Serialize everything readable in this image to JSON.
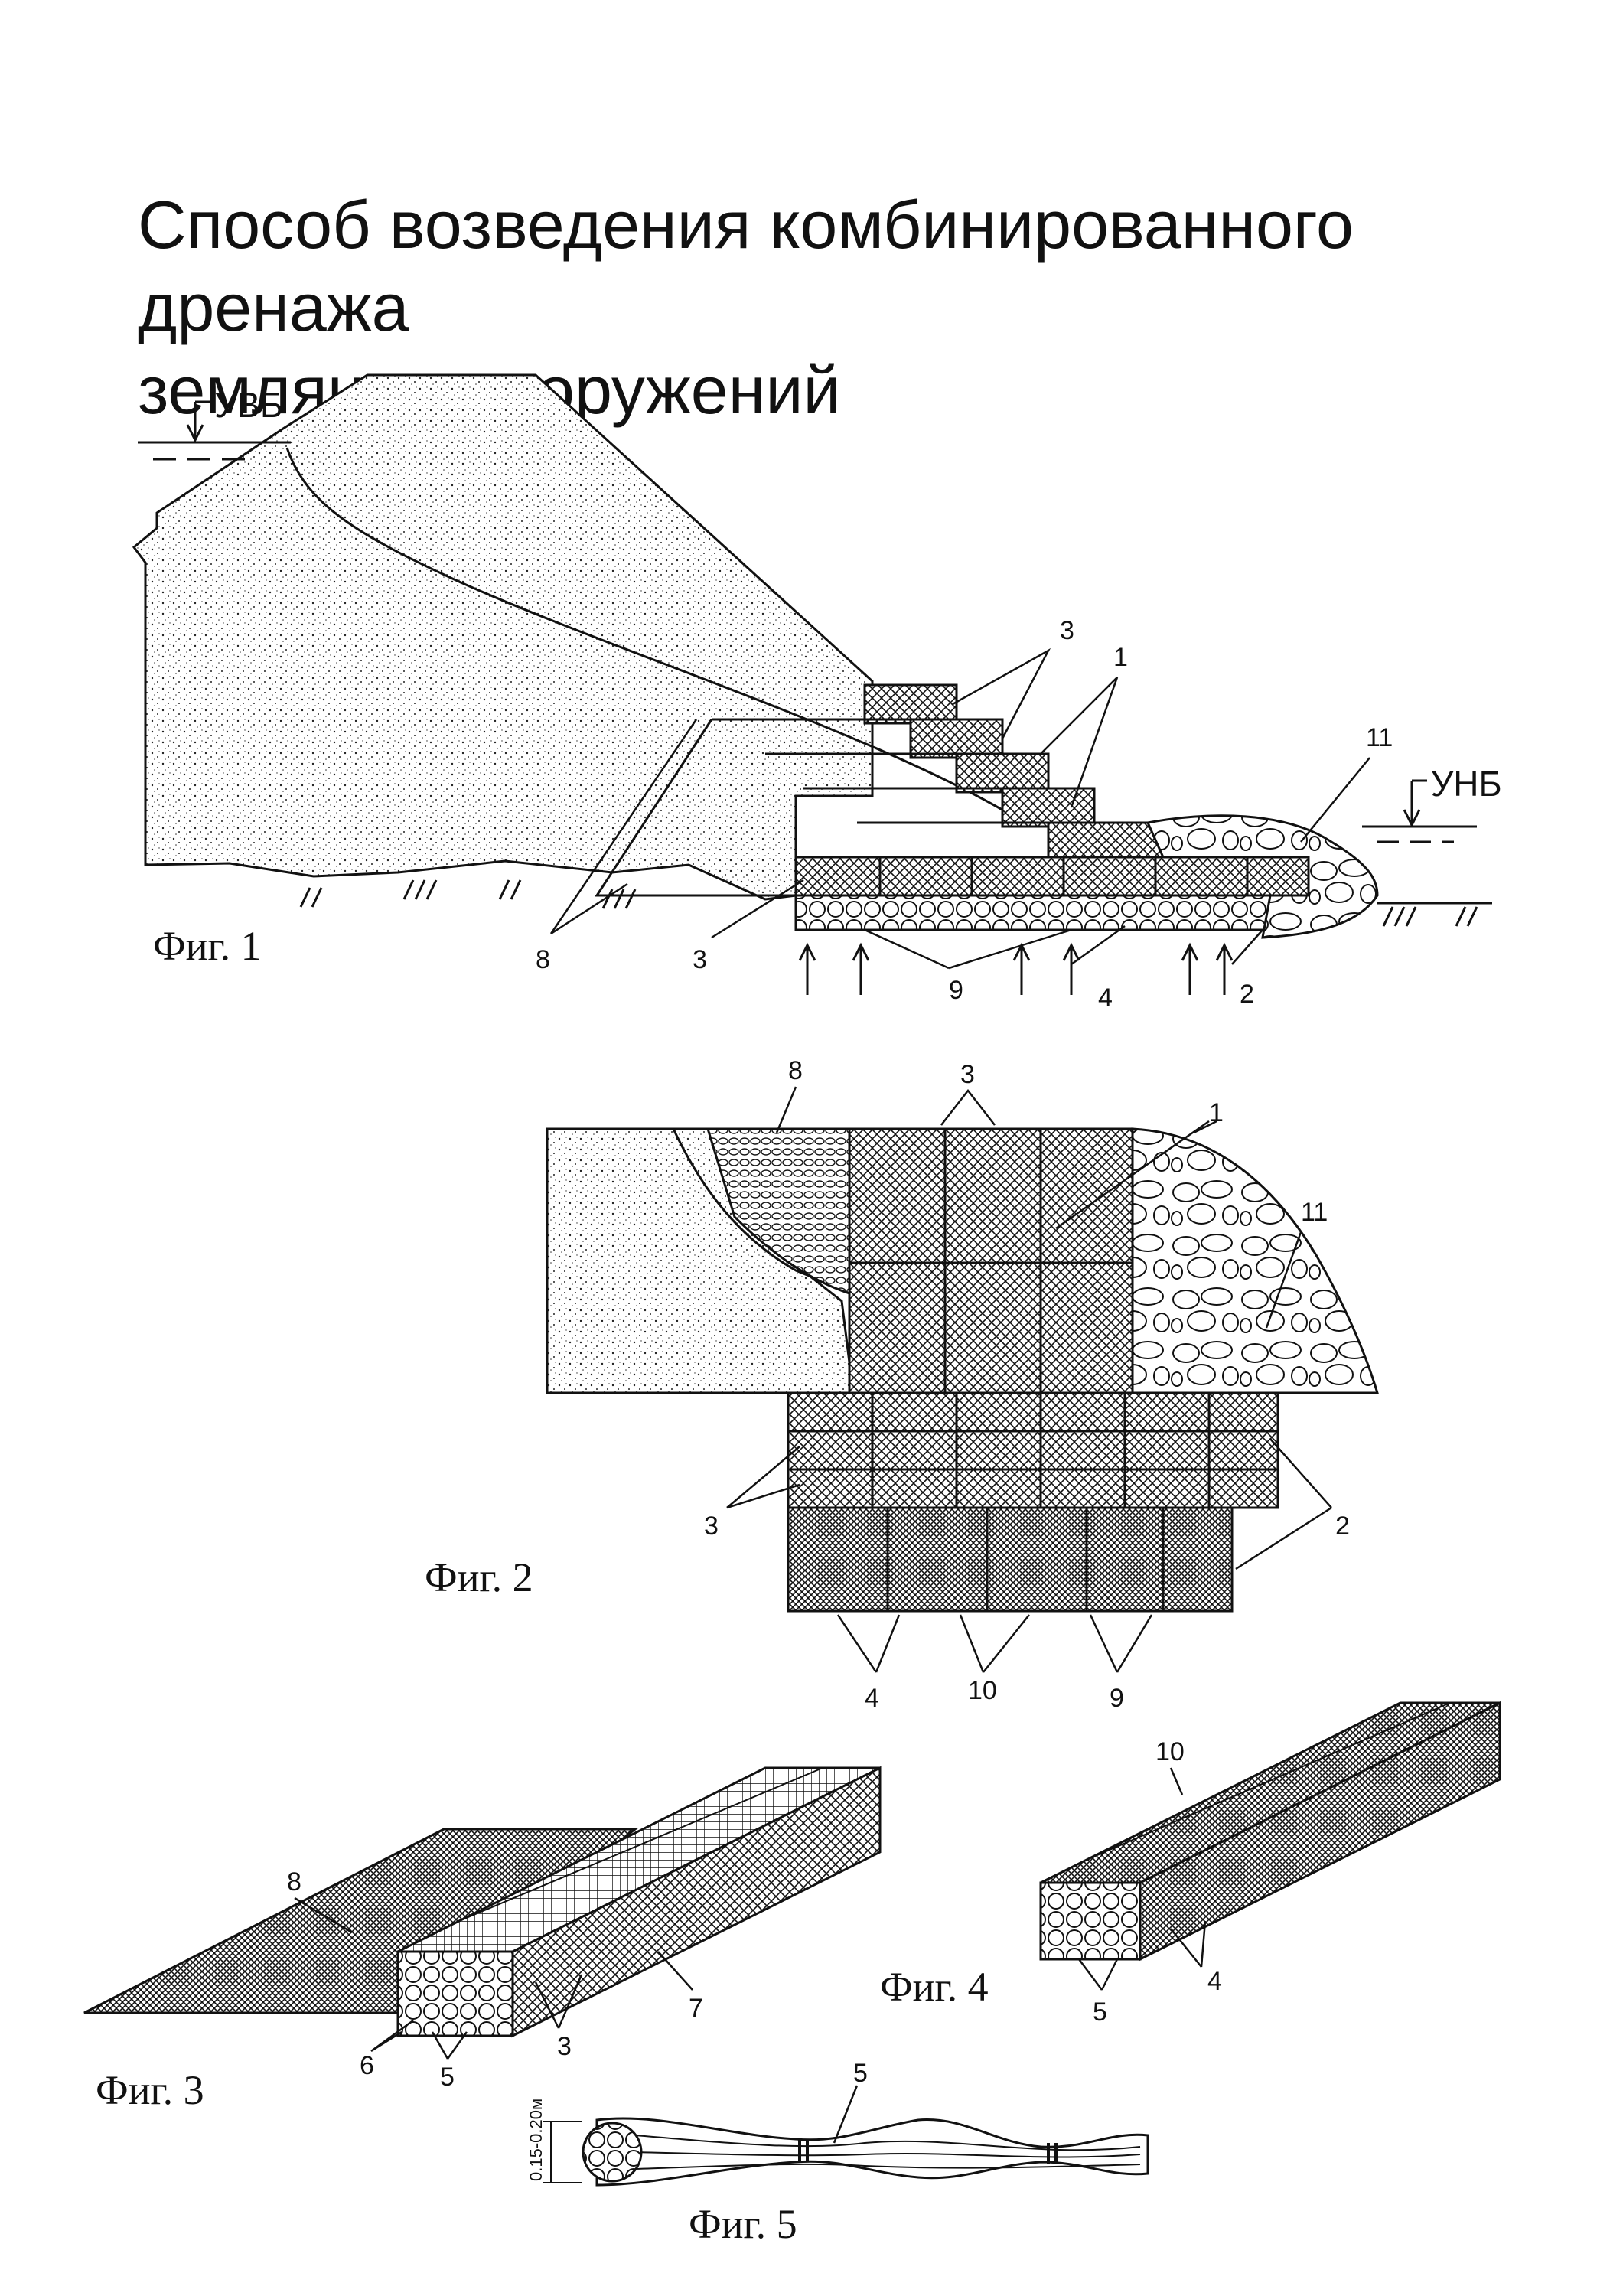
{
  "title": {
    "line1": "Способ возведения комбинированного дренажа",
    "line2": "земляных сооружений"
  },
  "figures": {
    "fig1": {
      "label": "Фиг. 1",
      "upstream_level": "УВБ",
      "downstream_level": "УНБ",
      "callouts": [
        "3",
        "1",
        "11",
        "8",
        "3",
        "9",
        "4",
        "2"
      ]
    },
    "fig2": {
      "label": "Фиг. 2",
      "callouts": [
        "8",
        "3",
        "1",
        "11",
        "3",
        "2",
        "4",
        "10",
        "9"
      ]
    },
    "fig3": {
      "label": "Фиг. 3",
      "callouts": [
        "8",
        "7",
        "3",
        "6",
        "5"
      ]
    },
    "fig4": {
      "label": "Фиг. 4",
      "callouts": [
        "10",
        "4",
        "5"
      ]
    },
    "fig5": {
      "label": "Фиг. 5",
      "callouts": [
        "5"
      ],
      "dimension": "0.15-0.20м"
    }
  },
  "colors": {
    "ink": "#111111",
    "paper": "#ffffff"
  }
}
